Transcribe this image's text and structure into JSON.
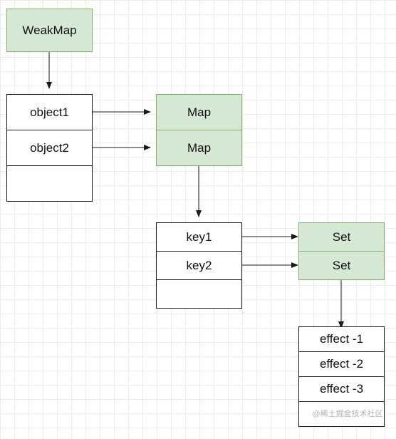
{
  "diagram": {
    "weakmap": "WeakMap",
    "objects_table": [
      "object1",
      "object2",
      ""
    ],
    "maps": [
      "Map",
      "Map"
    ],
    "keys_table": [
      "key1",
      "key2",
      ""
    ],
    "sets": [
      "Set",
      "Set"
    ],
    "effects_table": [
      "effect -1",
      "effect -2",
      "effect -3"
    ],
    "watermark": "@稀土掘金技术社区"
  },
  "colors": {
    "node_fill": "#d5e8d4",
    "node_border": "#82b366",
    "line": "#1a1a1a"
  }
}
